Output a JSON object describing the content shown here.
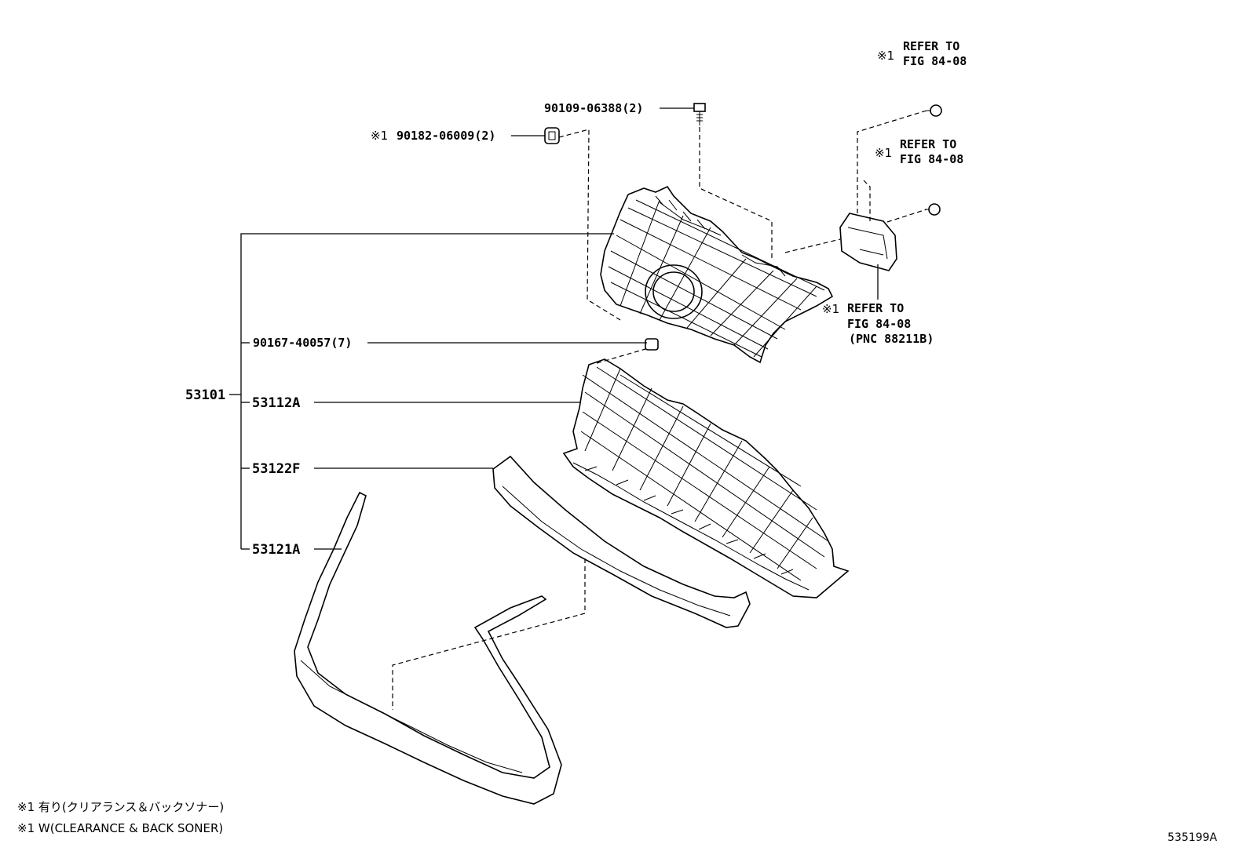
{
  "callouts": {
    "bolt": "90109-06388(2)",
    "clip_marker": "※1",
    "clip": "90182-06009(2)",
    "nut": "90167-40057(7)",
    "assembly": "53101",
    "grille_lower": "53112A",
    "molding_upper": "53122F",
    "molding_lower": "53121A"
  },
  "refer_notes": {
    "top": {
      "marker": "※1",
      "line1": "REFER TO",
      "line2": "FIG 84-08"
    },
    "middle": {
      "marker": "※1",
      "line1": "REFER TO",
      "line2": "FIG 84-08"
    },
    "sensor": {
      "marker": "※1",
      "line1": "REFER TO",
      "line2": "FIG 84-08",
      "line3": "(PNC 88211B)"
    }
  },
  "legend": {
    "line_jp": "※1 有り(クリアランス＆バックソナー)",
    "line_en": "※1 W(CLEARANCE & BACK SONER)"
  },
  "figure_number": "535199A"
}
